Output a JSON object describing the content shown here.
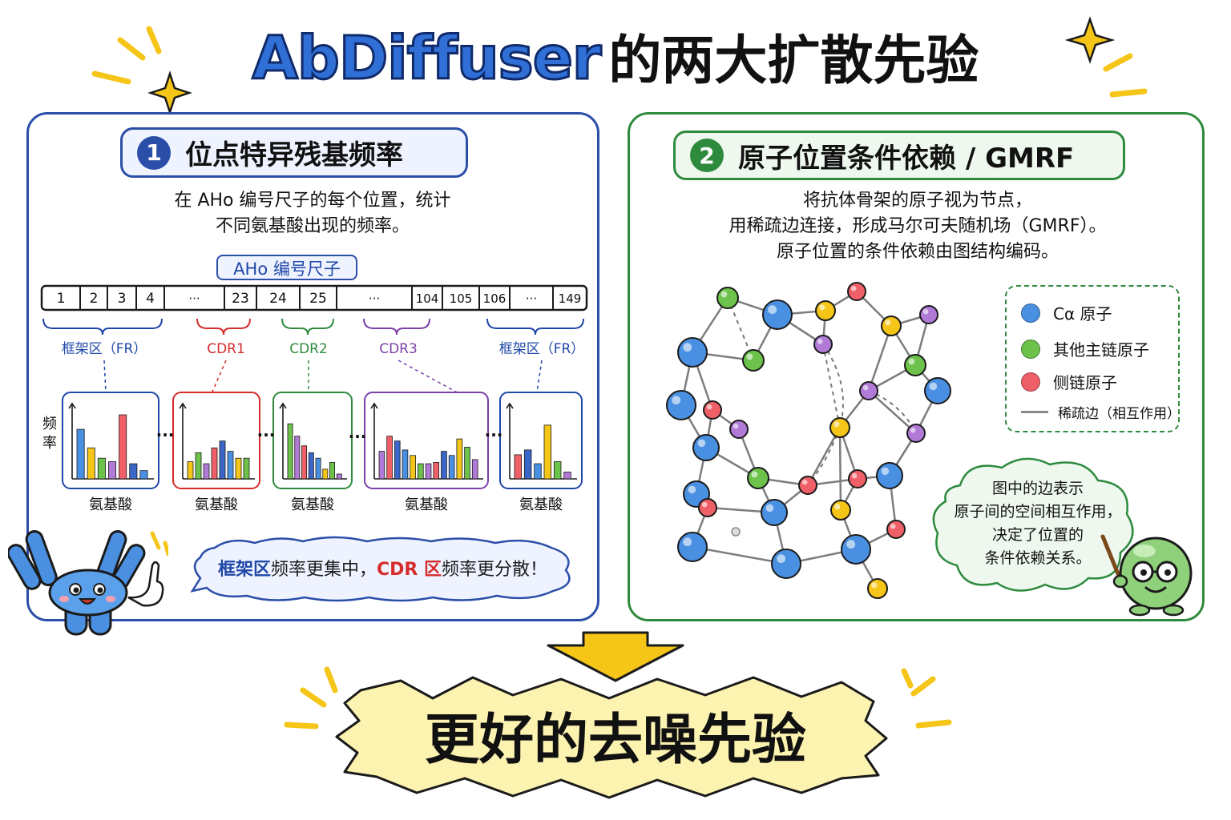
{
  "title": {
    "en": "AbDiffuser",
    "zh": "的两大扩散先验"
  },
  "left_panel": {
    "number": "1",
    "heading": "位点特异残基频率",
    "description": [
      "在 AHo 编号尺子的每个位置，统计",
      "不同氨基酸出现的频率。"
    ],
    "ruler_label": "AHo 编号尺子",
    "ruler_cells": [
      "1",
      "2",
      "3",
      "4",
      "···",
      "23",
      "24",
      "25",
      "···",
      "104",
      "105",
      "106",
      "···",
      "149"
    ],
    "regions": [
      {
        "label": "框架区（FR）",
        "color": "#1f47a8"
      },
      {
        "label": "CDR1",
        "color": "#d62b2b"
      },
      {
        "label": "CDR2",
        "color": "#2e8b3e"
      },
      {
        "label": "CDR3",
        "color": "#7a3fa8"
      },
      {
        "label": "框架区（FR）",
        "color": "#1f47a8"
      }
    ],
    "y_axis_label": "频率",
    "x_axis_label": "氨基酸",
    "ellipsis": "···",
    "speech": {
      "part1": "框架区",
      "part2": " 频率更集中，",
      "part3": "CDR 区",
      "part4": "频率更分散！"
    }
  },
  "right_panel": {
    "number": "2",
    "heading": "原子位置条件依赖 / GMRF",
    "description": [
      "将抗体骨架的原子视为节点，",
      "用稀疏边连接，形成马尔可夫随机场（GMRF）。",
      "原子位置的条件依赖由图结构编码。"
    ],
    "legend": [
      {
        "label": "Cα 原子",
        "color": "#4a90e2"
      },
      {
        "label": "其他主链原子",
        "color": "#6cc24a"
      },
      {
        "label": "侧链原子",
        "color": "#ef5f67"
      },
      {
        "label": "稀疏边（相互作用）",
        "color": "#888888"
      }
    ],
    "note": [
      "图中的边表示",
      "原子间的空间相互作用，",
      "决定了位置的",
      "条件依赖关系。"
    ]
  },
  "conclusion": "更好的去噪先验",
  "colors": {
    "blue": "#2b4ea8",
    "green": "#2e8b3e",
    "red": "#d62b2b",
    "purple": "#7a3fa8",
    "arrow": "#f5c518"
  }
}
